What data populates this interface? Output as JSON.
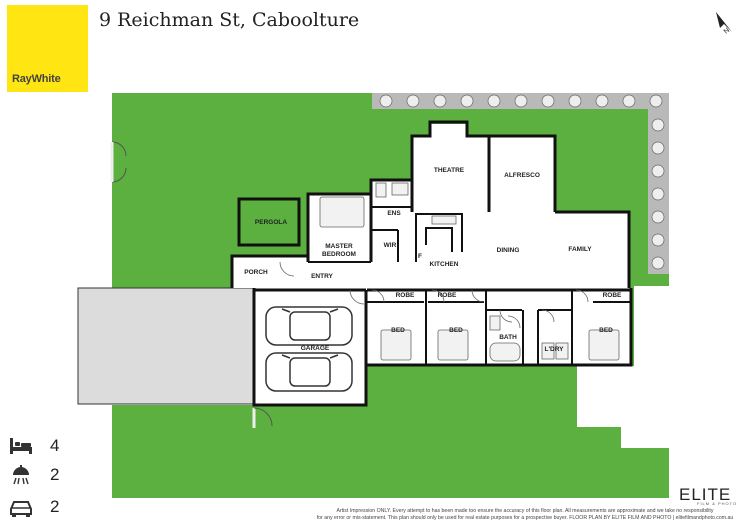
{
  "brand": {
    "name": "RayWhite",
    "color": "#ffe512"
  },
  "address": "9 Reichman St, Caboolture",
  "north_icon": "north-arrow-icon",
  "rooms": {
    "theatre": "THEATRE",
    "alfresco": "ALFRESCO",
    "pergola": "PERGOLA",
    "ens": "ENS",
    "wir": "WIR",
    "master_line1": "MASTER",
    "master_line2": "BEDROOM",
    "dining": "DINING",
    "family": "FAMILY",
    "kitchen": "KITCHEN",
    "fridge": "F",
    "porch": "PORCH",
    "entry": "ENTRY",
    "garage": "GARAGE",
    "robe_1": "ROBE",
    "robe_2": "ROBE",
    "robe_3": "ROBE",
    "bed_1": "BED",
    "bed_2": "BED",
    "bed_3": "BED",
    "bath": "BATH",
    "ldry": "L'DRY"
  },
  "stats": {
    "bedrooms": {
      "icon": "bed-icon",
      "value": "4"
    },
    "bathrooms": {
      "icon": "shower-icon",
      "value": "2"
    },
    "cars": {
      "icon": "car-icon",
      "value": "2"
    }
  },
  "footer": {
    "disclaimer_1": "Artist Impression ONLY. Every attempt to has been made too ensure the accuracy of this floor plan. All measurements are approximate and we take no responsibility",
    "disclaimer_2": "for any error or mis-statement. This plan should only be used for real estate purposes for a prospective buyer. FLOOR PLAN BY ELITE FILM AND PHOTO | elitefilmandphoto.com.au",
    "studio": "ELITE",
    "studio_sub": "FILM & PHOTO"
  },
  "colors": {
    "lawn": "#5cb040",
    "wall": "#111111",
    "driveway": "#dcdcdc",
    "floor": "#ffffff"
  }
}
